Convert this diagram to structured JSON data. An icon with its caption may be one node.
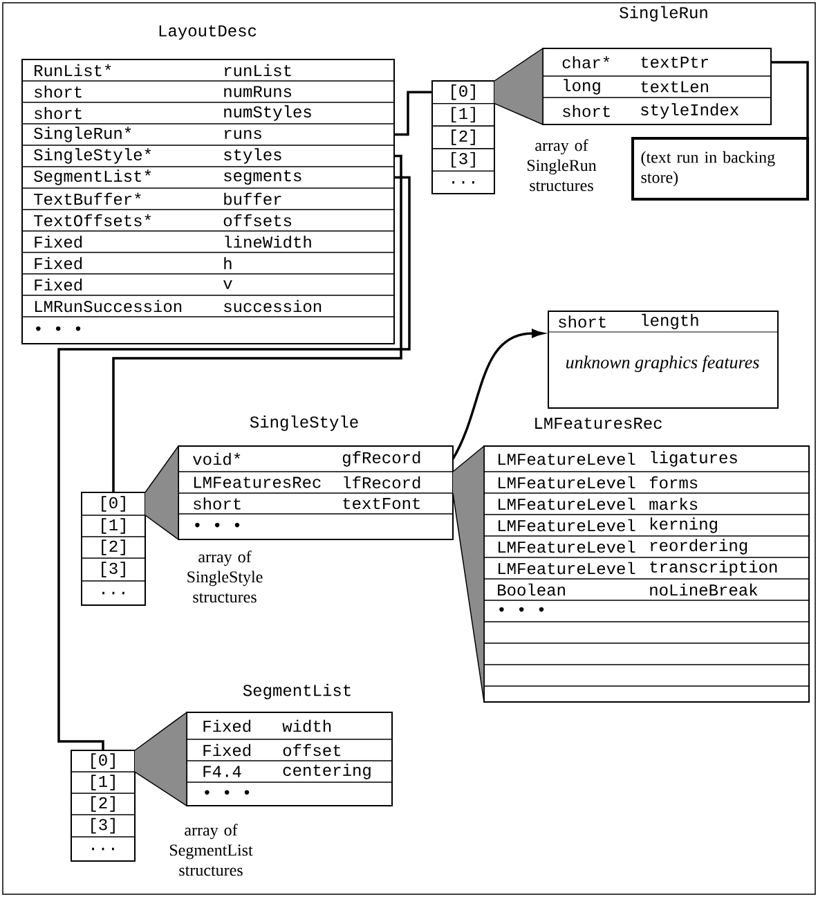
{
  "diagram": {
    "nodes": [
      {
        "text": [
          "LayoutDesc"
        ]
      },
      {
        "text": [
          "RunList*",
          "runList"
        ],
        "in": 0
      },
      {
        "text": [
          "short",
          "numRuns"
        ],
        "in": 0
      },
      {
        "text": [
          "short",
          "numStyles"
        ],
        "in": 0
      },
      {
        "text": [
          "SingleRun*",
          "runs"
        ],
        "in": 0
      },
      {
        "text": [
          "SingleStyle*",
          "styles"
        ],
        "in": 0
      },
      {
        "text": [
          "SegmentList*",
          "segments"
        ],
        "in": 0
      },
      {
        "text": [
          "TextBuffer*",
          "buffer"
        ],
        "in": 0
      },
      {
        "text": [
          "TextOffsets*",
          "offsets"
        ],
        "in": 0
      },
      {
        "text": [
          "Fixed",
          "lineWidth"
        ],
        "in": 0
      },
      {
        "text": [
          "Fixed",
          "h"
        ],
        "in": 0
      },
      {
        "text": [
          "Fixed",
          "v"
        ],
        "in": 0
      },
      {
        "text": [
          "LMRunSuccession",
          "succession"
        ],
        "in": 0
      },
      {
        "text": [
          "• • •"
        ],
        "in": 0
      },
      {
        "text": [
          "SingleRun"
        ]
      },
      {
        "text": [
          "char*",
          "textPtr"
        ],
        "in": 14
      },
      {
        "text": [
          "long",
          "textLen"
        ],
        "in": 14
      },
      {
        "text": [
          "short",
          "styleIndex"
        ],
        "in": 14
      },
      {
        "text": [],
        "shape": "box"
      },
      {
        "text": [
          "[0]"
        ],
        "in": 18
      },
      {
        "text": [
          "[1]"
        ],
        "in": 18
      },
      {
        "text": [
          "[2]"
        ],
        "in": 18
      },
      {
        "text": [
          "[3]"
        ],
        "in": 18
      },
      {
        "text": [
          "..."
        ],
        "in": 18
      },
      {
        "text": [
          "(text run in backing store)"
        ]
      },
      {
        "text": [
          "unknown graphics features"
        ]
      },
      {
        "text": [
          "short",
          "length"
        ],
        "in": 25
      },
      {
        "text": [
          "SingleStyle"
        ]
      },
      {
        "text": [
          "void*",
          "gfRecord"
        ],
        "in": 27
      },
      {
        "text": [
          "LMFeaturesRec",
          "lfRecord"
        ],
        "in": 27
      },
      {
        "text": [
          "short",
          "textFont"
        ],
        "in": 27
      },
      {
        "text": [
          "• • •"
        ],
        "in": 27
      },
      {
        "text": [
          "LMFeaturesRec"
        ]
      },
      {
        "text": [
          "LMFeatureLevel",
          "ligatures"
        ],
        "in": 32
      },
      {
        "text": [
          "LMFeatureLevel",
          "forms"
        ],
        "in": 32
      },
      {
        "text": [
          "LMFeatureLevel",
          "marks"
        ],
        "in": 32
      },
      {
        "text": [
          "LMFeatureLevel",
          "kerning"
        ],
        "in": 32
      },
      {
        "text": [
          "LMFeatureLevel",
          "reordering"
        ],
        "in": 32
      },
      {
        "text": [
          "LMFeatureLevel",
          "transcription"
        ],
        "in": 32
      },
      {
        "text": [
          "Boolean",
          "noLineBreak"
        ],
        "in": 32
      },
      {
        "text": [
          "• • •"
        ],
        "in": 32
      },
      {
        "text": [],
        "shape": "box",
        "in": 32
      },
      {
        "text": [],
        "shape": "box",
        "in": 32
      },
      {
        "text": [],
        "shape": "box",
        "in": 32
      },
      {
        "text": [],
        "shape": "box",
        "in": 32
      },
      {
        "text": [],
        "shape": "box"
      },
      {
        "text": [
          "[0]"
        ],
        "in": 45
      },
      {
        "text": [
          "[1]"
        ],
        "in": 45
      },
      {
        "text": [
          "[2]"
        ],
        "in": 45
      },
      {
        "text": [
          "[3]"
        ],
        "in": 45
      },
      {
        "text": [
          "..."
        ],
        "in": 45
      },
      {
        "text": [
          "SegmentList"
        ]
      },
      {
        "text": [
          "Fixed",
          "width"
        ],
        "in": 51
      },
      {
        "text": [
          "Fixed",
          "offset"
        ],
        "in": 51
      },
      {
        "text": [
          "F4.4",
          "centering"
        ],
        "in": 51
      },
      {
        "text": [
          "• • •"
        ],
        "in": 51
      },
      {
        "text": [],
        "shape": "box"
      },
      {
        "text": [
          "[0]"
        ],
        "in": 56
      },
      {
        "text": [
          "[1]"
        ],
        "in": 56
      },
      {
        "text": [
          "[2]"
        ],
        "in": 56
      },
      {
        "text": [
          "[3]"
        ],
        "in": 56
      },
      {
        "text": [
          "..."
        ],
        "in": 56
      }
    ],
    "labels": [
      "array of SingleRun structures",
      "array of SingleStyle structures",
      "array of SegmentList structures"
    ],
    "edges": [
      {
        "from": 4,
        "to": 19,
        "arrow": "none"
      },
      {
        "from": 19,
        "to": 14,
        "arrow": "none"
      },
      {
        "from": 15,
        "to": 24,
        "arrow": "none"
      },
      {
        "from": 5,
        "to": 46,
        "arrow": "none"
      },
      {
        "from": 46,
        "to": 27,
        "arrow": "none"
      },
      {
        "from": 28,
        "to": 25,
        "arrow": "to"
      },
      {
        "from": 29,
        "to": 32,
        "arrow": "none"
      },
      {
        "from": 6,
        "to": 57,
        "arrow": "none"
      },
      {
        "from": 57,
        "to": 51,
        "arrow": "none"
      }
    ]
  }
}
